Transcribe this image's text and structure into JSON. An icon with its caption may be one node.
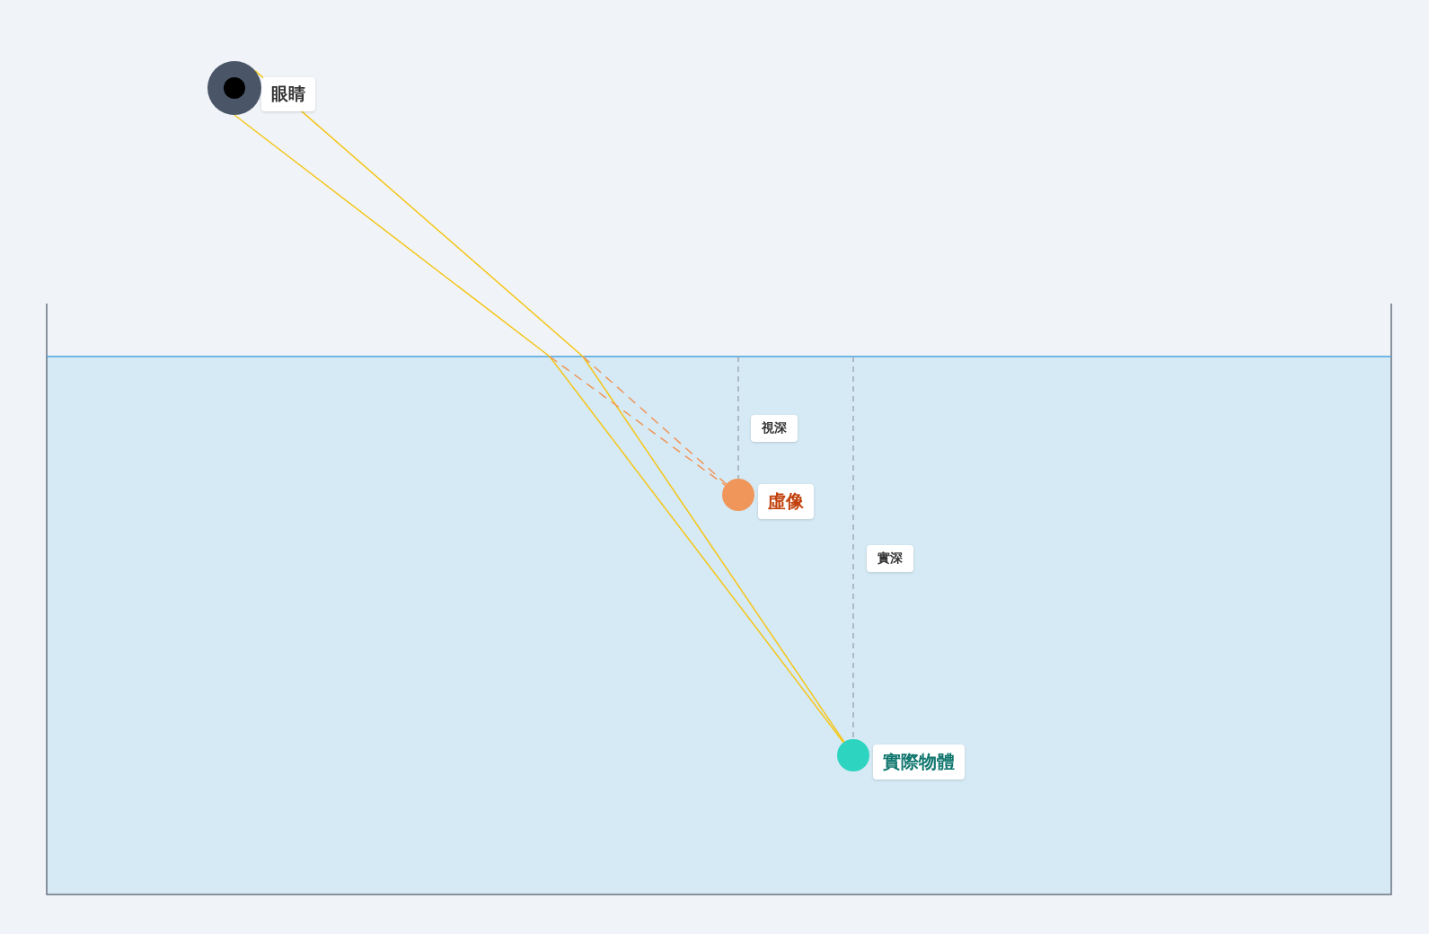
{
  "diagram": {
    "nodes": [
      {
        "text": [],
        "shape": "circle",
        "beside": [
          "眼睛"
        ]
      },
      {
        "text": [],
        "shape": "circle",
        "beside": [
          "虛像"
        ]
      },
      {
        "text": [],
        "shape": "circle",
        "beside": [
          "實際物體"
        ]
      }
    ],
    "edges": [
      {
        "from": 2,
        "to": 0,
        "arrow": "none"
      },
      {
        "from": 2,
        "to": 0,
        "arrow": "none"
      },
      {
        "from": null,
        "to": 1,
        "arrow": "none",
        "style": "dashed",
        "color": "#f0965a"
      },
      {
        "from": null,
        "to": 1,
        "arrow": "none",
        "style": "dashed",
        "color": "#f0965a"
      }
    ],
    "labels": [
      "視深",
      "實深"
    ]
  }
}
